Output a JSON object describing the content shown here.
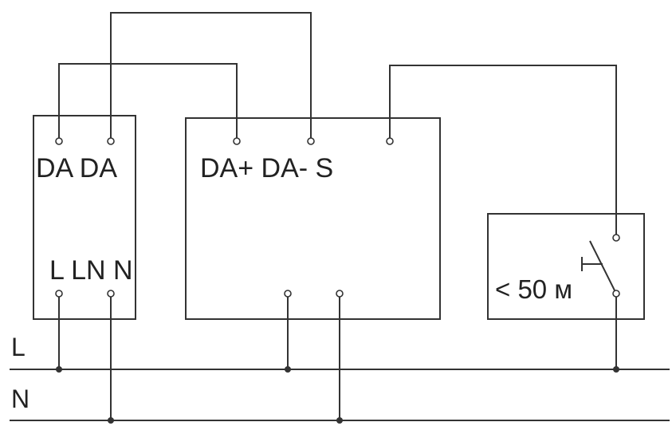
{
  "colors": {
    "line": "#333333",
    "text": "#222222",
    "background": "#ffffff"
  },
  "power_supply": {
    "top_labels": "DA DA",
    "bottom_labels": "L LN N"
  },
  "controller": {
    "top_labels": "DA+ DA- S"
  },
  "switch_box": {
    "label": "< 50 м"
  },
  "bus_lines": {
    "L": "L",
    "N": "N"
  }
}
